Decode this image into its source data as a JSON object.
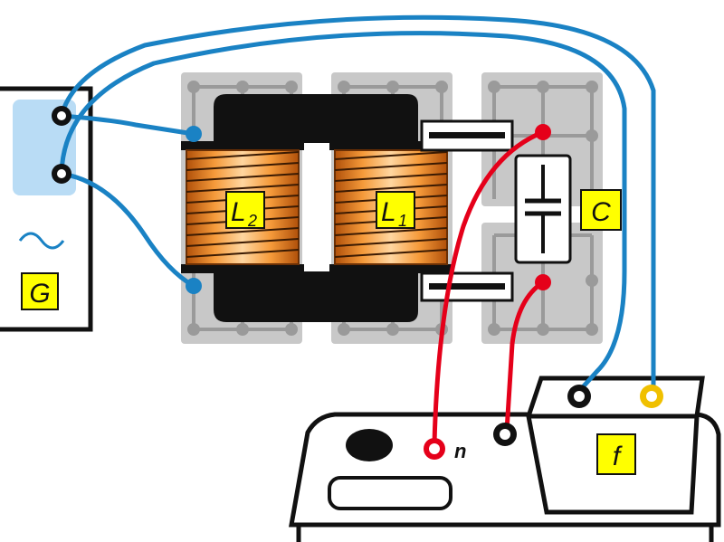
{
  "labels": {
    "generator": "G",
    "coil_secondary_main": "L",
    "coil_secondary_sub": "2",
    "coil_primary_main": "L",
    "coil_primary_sub": "1",
    "capacitor": "C",
    "counter": "f",
    "counter_input": "n"
  },
  "colors": {
    "wire_blue": "#1a82c4",
    "wire_red": "#e5001a",
    "label_yellow": "#ffff00",
    "board_gray": "#c8c8c8",
    "core_black": "#111111",
    "coil_orange": "#f08a24",
    "generator_panel": "#b9dcf5"
  },
  "icons": {
    "generator_symbol": "sine-wave-icon"
  }
}
